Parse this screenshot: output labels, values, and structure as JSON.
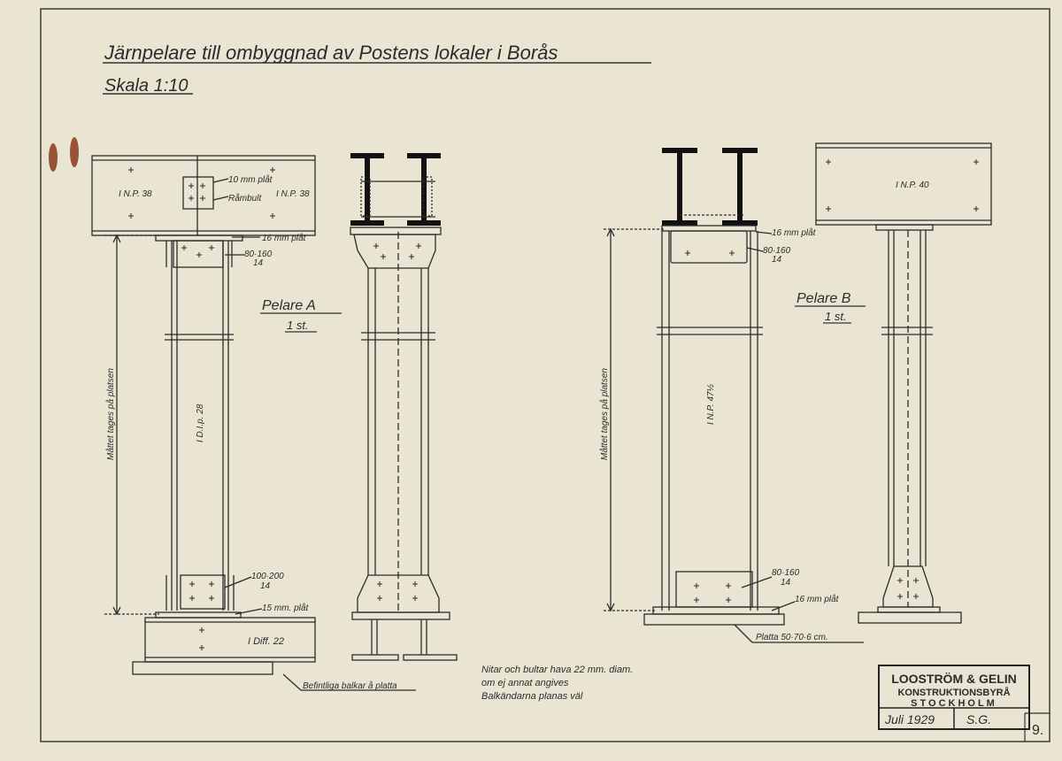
{
  "title": "Järnpelare till ombyggnad av Postens lokaler i Borås",
  "scale": "Skala 1:10",
  "colors": {
    "paper": "#e9e5d2",
    "ink": "#2b2b2b",
    "stain": "#8a3a1c"
  },
  "pelare_a": {
    "name": "Pelare A",
    "count": "1 st.",
    "beam_left": "I N.P. 38",
    "beam_right": "I N.P. 38",
    "plate_top_label": "10 mm plåt",
    "bolt_label": "Råmbult",
    "cap_plate": "16 mm plåt",
    "angle_top": "80·160",
    "angle_top_sub": "14",
    "column_profile": "I D.I.p. 28",
    "angle_bottom": "100·200",
    "angle_bottom_sub": "14",
    "base_plate": "15 mm. plåt",
    "base_beam": "I Diff. 22",
    "existing": "Befintliga balkar å platta",
    "dim_text": "Måttet tages på platsen"
  },
  "pelare_b": {
    "name": "Pelare B",
    "count": "1 st.",
    "beam": "I N.P. 40",
    "cap_plate": "16 mm plåt",
    "angle_top": "80·160",
    "angle_top_sub": "14",
    "column_profile": "I N.P. 47½",
    "angle_bottom": "80·160",
    "angle_bottom_sub": "14",
    "base_plate": "16 mm plåt",
    "base": "Platta 50·70·6 cm.",
    "dim_text": "Måttet tages på platsen"
  },
  "notes": [
    "Nitar och bultar hava 22 mm. diam.",
    "om ej annat angives",
    "Balkändarna planas väl"
  ],
  "stamp": {
    "company": "LOOSTRÖM & GELIN",
    "subtitle": "KONSTRUKTIONSBYRÅ",
    "city": "STOCKHOLM",
    "date": "Juli 1929",
    "signature": "S.G."
  },
  "sheet_number": "9."
}
